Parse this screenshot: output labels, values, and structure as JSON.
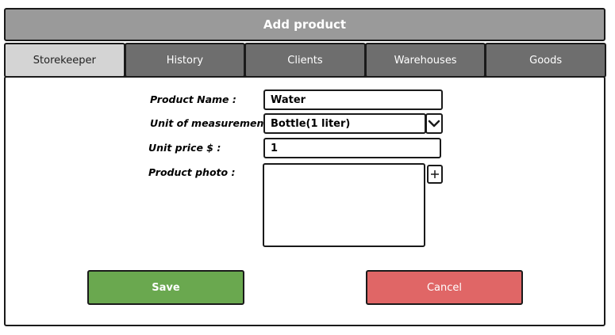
{
  "window": {
    "title": "Add product"
  },
  "tabs": [
    {
      "label": "Storekeeper",
      "active": true
    },
    {
      "label": "History",
      "active": false
    },
    {
      "label": "Clients",
      "active": false
    },
    {
      "label": "Warehouses",
      "active": false
    },
    {
      "label": "Goods",
      "active": false
    }
  ],
  "form": {
    "product_name": {
      "label": "Product Name :",
      "value": "Water"
    },
    "unit": {
      "label": "Unit of measurement :",
      "value": "Bottle(1 liter)",
      "icon": "chevron-down-icon"
    },
    "unit_price": {
      "label": "Unit price $ :",
      "value": "1"
    },
    "photo": {
      "label": "Product photo :",
      "icon": "plus-icon"
    }
  },
  "actions": {
    "save_label": "Save",
    "cancel_label": "Cancel"
  },
  "colors": {
    "title_bar": "#9a9a9a",
    "tab": "#6e6e6e",
    "tab_active": "#d4d4d4",
    "save": "#6aa84f",
    "cancel": "#e06666"
  }
}
